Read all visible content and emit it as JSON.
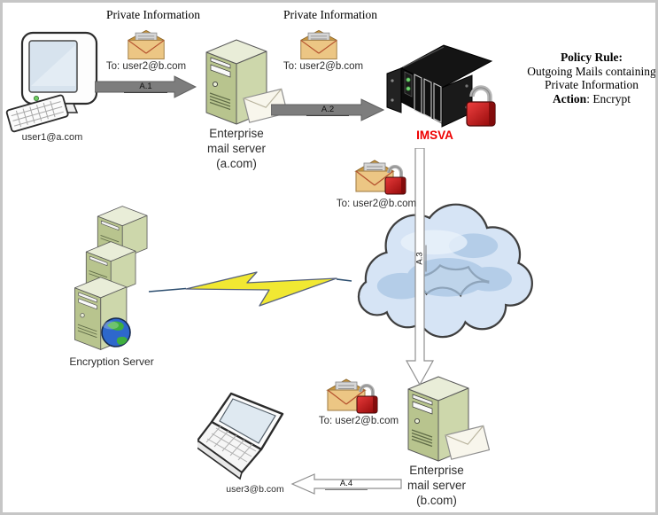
{
  "diagram": {
    "top_labels": {
      "private_info_left": "Private Information",
      "private_info_right": "Private Information"
    },
    "nodes": {
      "user1": {
        "label": "user1@a.com"
      },
      "mail_server_a": {
        "label": "Enterprise\nmail server\n(a.com)"
      },
      "imsva": {
        "label": "IMSVA"
      },
      "encryption_server": {
        "label": "Encryption Server"
      },
      "mail_server_b": {
        "label": "Enterprise\nmail server\n(b.com)"
      },
      "user3": {
        "label": "user3@b.com"
      }
    },
    "messages": {
      "msg1_to": "To: user2@b.com",
      "msg2_to": "To: user2@b.com",
      "msg3_to": "To: user2@b.com",
      "msg4_to": "To: user2@b.com"
    },
    "flows": {
      "a1": "A.1",
      "a2": "A.2",
      "a3": "A.3",
      "a4": "A.4"
    },
    "policy": {
      "title": "Policy Rule:",
      "line2": "Outgoing Mails containing",
      "line3": "Private Information",
      "action_label": "Action",
      "action_value": ": Encrypt"
    },
    "colors": {
      "imsva_label": "#ee0000",
      "padlock_red": "#c00000",
      "server_green": "#c3cf97",
      "cloud_blue": "#cfe0f2",
      "arrow_gray": "#7d7d7d",
      "lightning_yellow": "#f0e832"
    }
  }
}
